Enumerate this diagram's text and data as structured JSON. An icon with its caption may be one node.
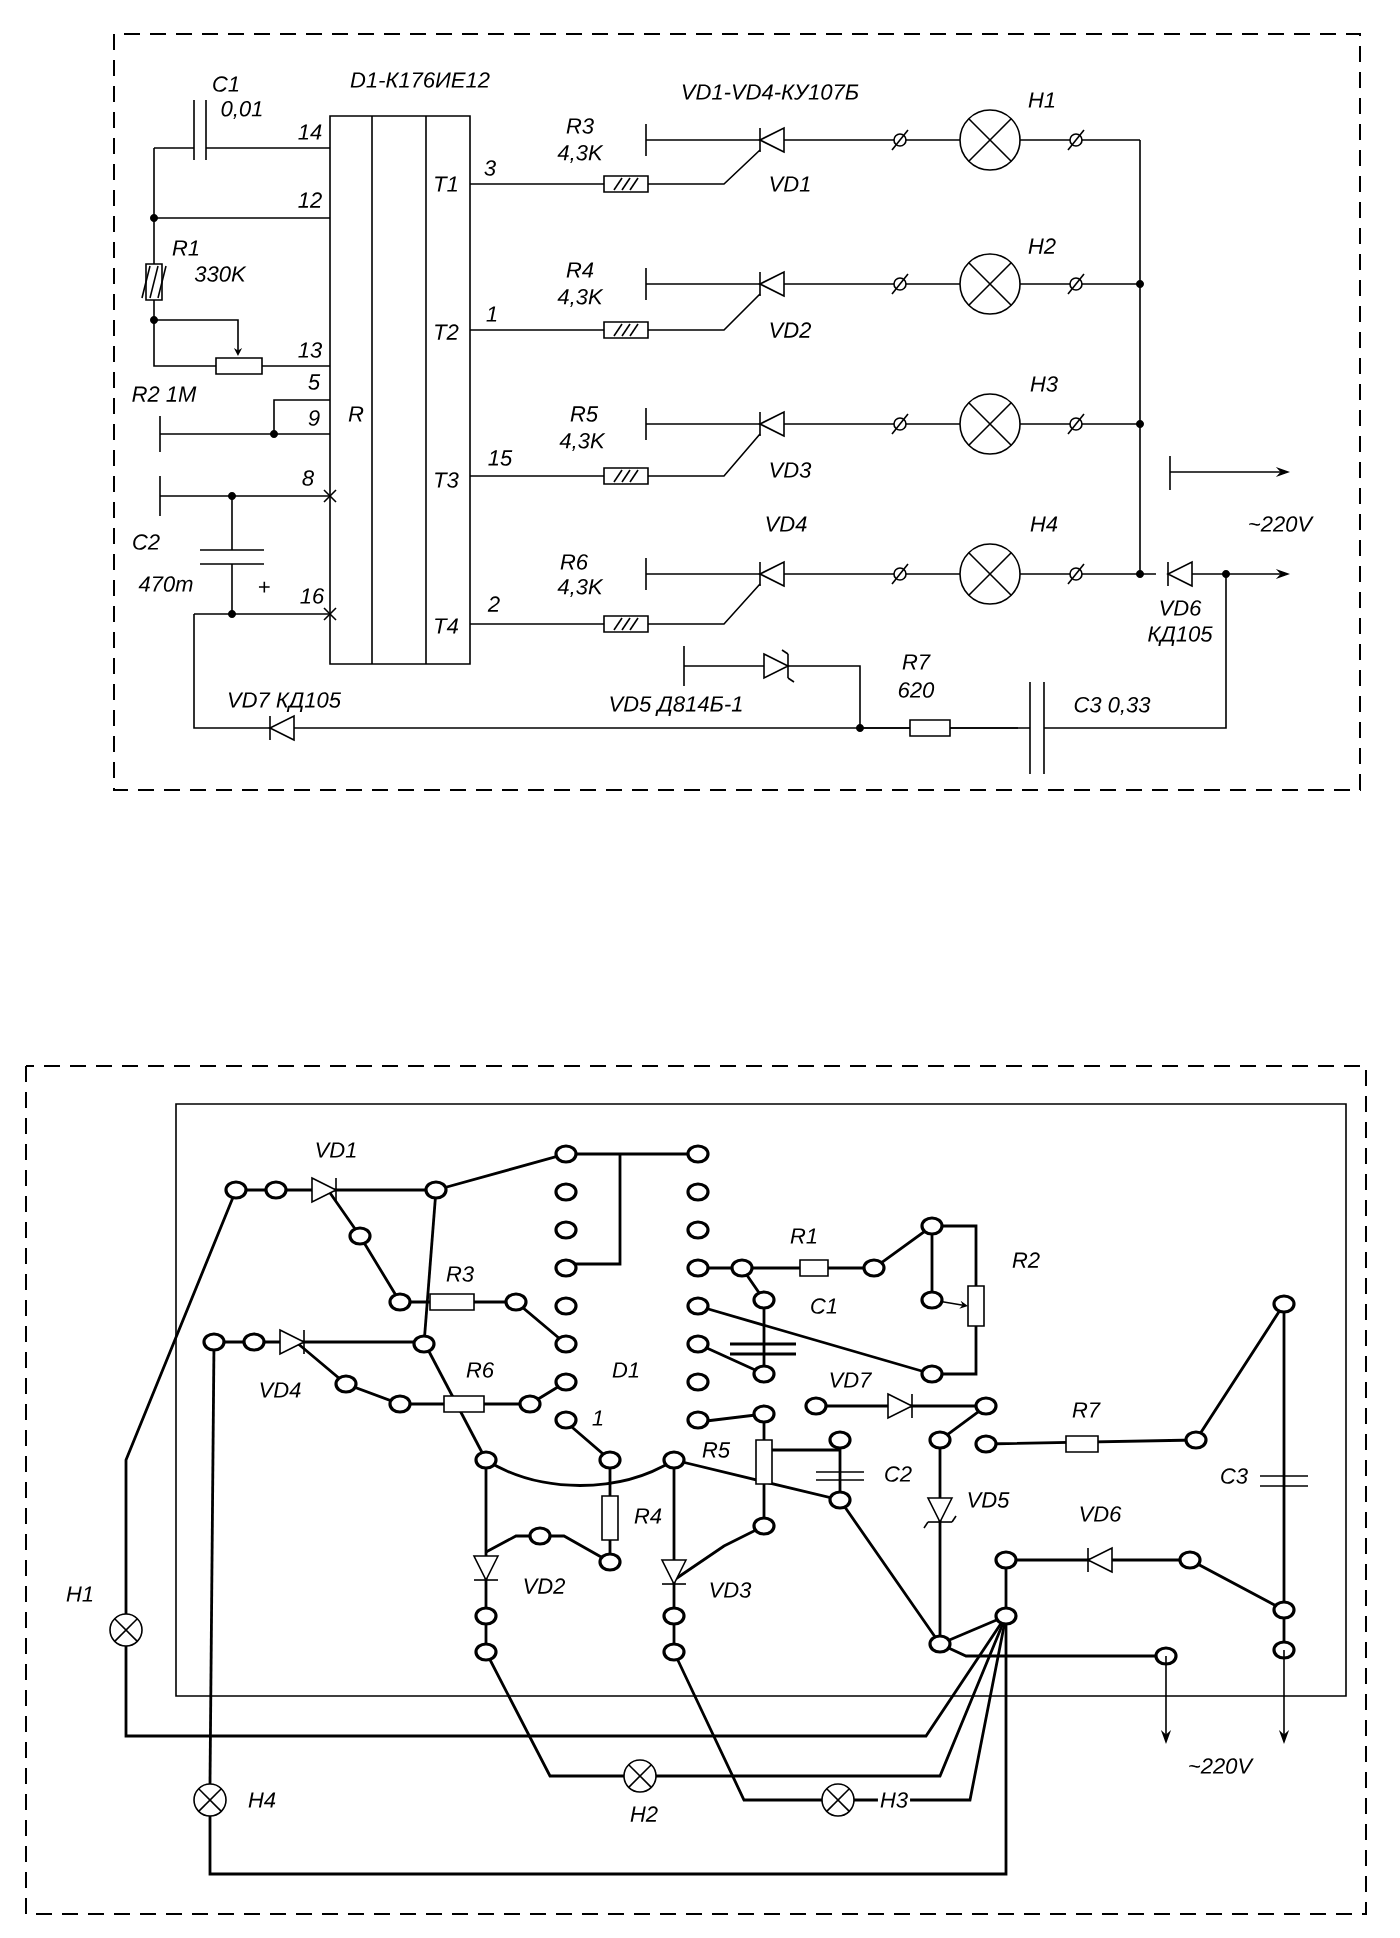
{
  "diagram": {
    "nodes": [
      {
        "text": [
          "D1-К176ИЕ12",
          "R",
          "T1",
          "T2",
          "T3",
          "T4"
        ],
        "beside": [
          "14",
          "12",
          "13",
          "5",
          "9",
          "8",
          "16",
          "3",
          "1",
          "15",
          "2"
        ]
      }
    ],
    "labels": [
      "C1",
      "0,01",
      "R1",
      "330K",
      "R2 1M",
      "C2",
      "470m",
      "+",
      "VD7 КД105",
      "R3",
      "4,3K",
      "VD1-VD4-КУ107Б",
      "H1",
      "VD1",
      "R4",
      "4,3K",
      "H2",
      "VD2",
      "R5",
      "4,3K",
      "H3",
      "VD3",
      "VD4",
      "H4",
      "~220V",
      "R6",
      "4,3K",
      "VD6",
      "КД105",
      "VD5 Д814Б-1",
      "R7",
      "620",
      "C3 0,33",
      "VD1",
      "R1",
      "R2",
      "R3",
      "C1",
      "R6",
      "D1",
      "VD4",
      "VD7",
      "R7",
      "1",
      "R5",
      "C2",
      "C3",
      "VD5",
      "R4",
      "VD6",
      "H1",
      "VD2",
      "VD3",
      "~220V",
      "H4",
      "H3",
      "H2"
    ]
  }
}
